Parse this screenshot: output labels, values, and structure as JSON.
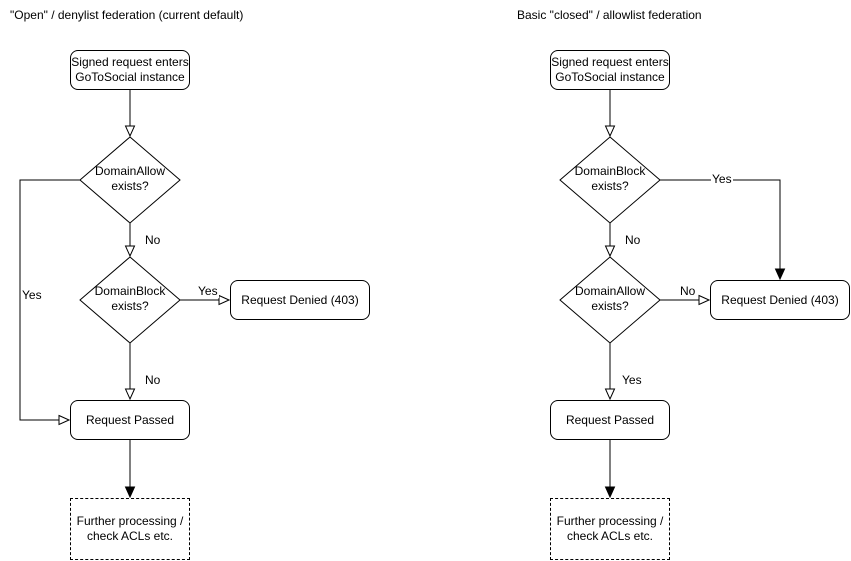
{
  "colors": {
    "stroke": "#000000",
    "shape_fill": "#ffffff",
    "text": "#000000",
    "background": "#ffffff"
  },
  "left": {
    "title": "\"Open\" / denylist federation (current default)",
    "start": {
      "line1": "Signed request enters",
      "line2": "GoToSocial instance"
    },
    "decision1": {
      "line1": "DomainAllow",
      "line2": "exists?",
      "yes": "Yes",
      "no": "No"
    },
    "decision2": {
      "line1": "DomainBlock",
      "line2": "exists?",
      "yes": "Yes",
      "no": "No"
    },
    "denied": "Request Denied (403)",
    "passed": "Request Passed",
    "further": {
      "line1": "Further processing /",
      "line2": "check ACLs etc."
    }
  },
  "right": {
    "title": "Basic \"closed\" / allowlist federation",
    "start": {
      "line1": "Signed request enters",
      "line2": "GoToSocial instance"
    },
    "decision1": {
      "line1": "DomainBlock",
      "line2": "exists?",
      "yes": "Yes",
      "no": "No"
    },
    "decision2": {
      "line1": "DomainAllow",
      "line2": "exists?",
      "yes": "Yes",
      "no": "No"
    },
    "denied": "Request Denied (403)",
    "passed": "Request Passed",
    "further": {
      "line1": "Further processing /",
      "line2": "check ACLs etc."
    }
  }
}
